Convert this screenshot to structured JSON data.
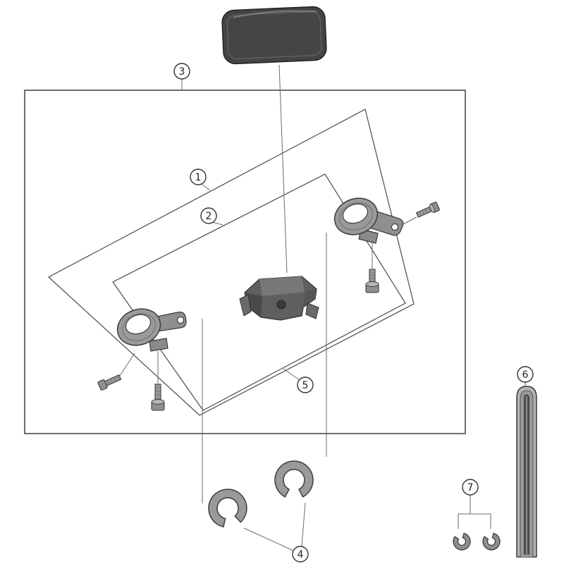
{
  "colors": {
    "background": "#ffffff",
    "outline": "#3d3d3d",
    "leader_line": "#6b6b6b",
    "part_gray": "#9a9a9a",
    "part_dark": "#3f3f3f"
  },
  "callouts": [
    {
      "label": "1"
    },
    {
      "label": "2"
    },
    {
      "label": "3"
    },
    {
      "label": "4"
    },
    {
      "label": "5"
    },
    {
      "label": "6"
    },
    {
      "label": "7"
    }
  ]
}
